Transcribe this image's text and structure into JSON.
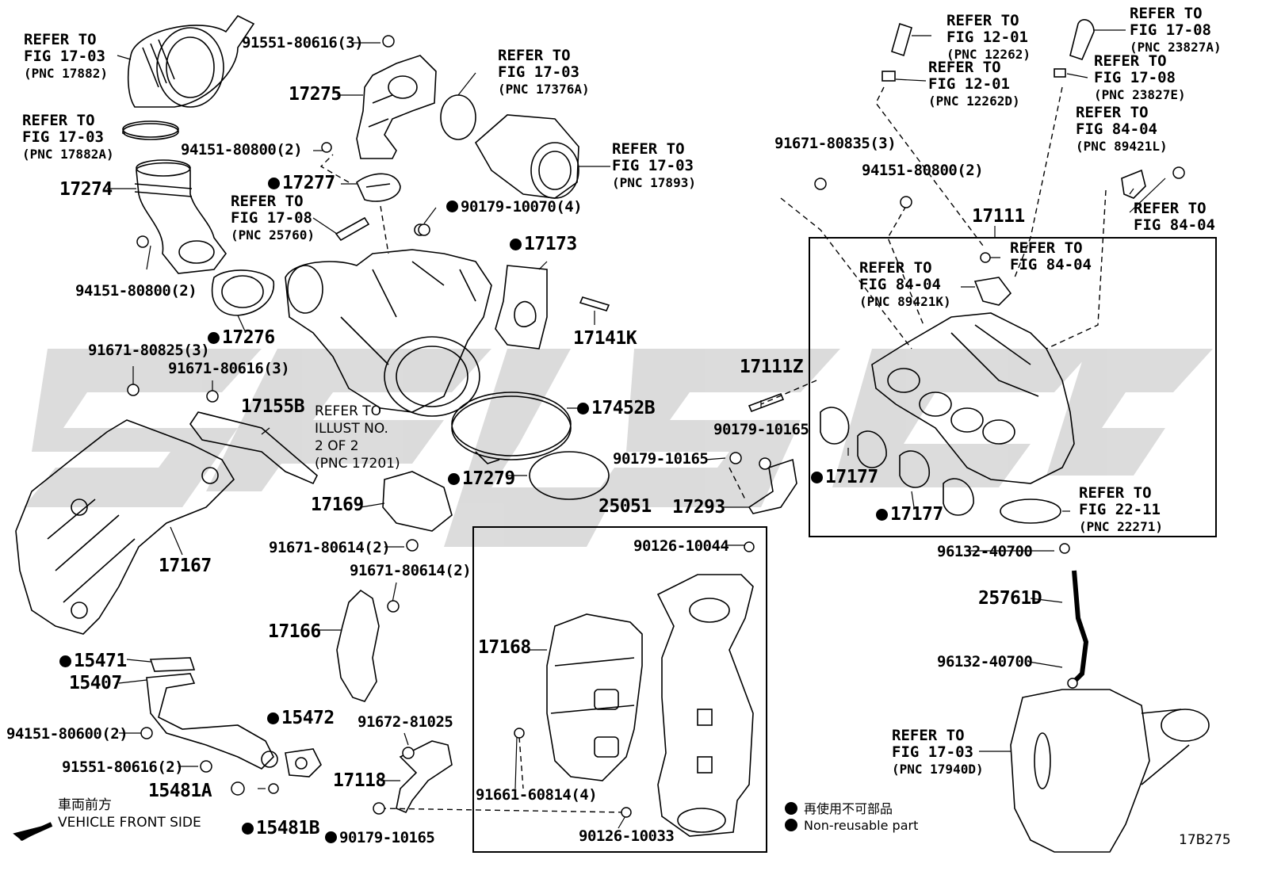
{
  "diagram_code": "17B275",
  "vehicle_front": {
    "jp": "車両前方",
    "en": "VEHICLE FRONT SIDE"
  },
  "legend": {
    "jp": "再使用不可部品",
    "en": "Non-reusable part"
  },
  "parts": [
    {
      "id": "p1",
      "text": "91551-80616(3)",
      "dot": false
    },
    {
      "id": "p2",
      "text": "17275",
      "dot": false
    },
    {
      "id": "p3",
      "text": "94151-80800(2)",
      "dot": false
    },
    {
      "id": "p4",
      "text": "17277",
      "dot": true
    },
    {
      "id": "p5",
      "text": "17274",
      "dot": false
    },
    {
      "id": "p6",
      "text": "90179-10070(4)",
      "dot": true
    },
    {
      "id": "p7",
      "text": "17173",
      "dot": true
    },
    {
      "id": "p8",
      "text": "94151-80800(2)",
      "dot": false
    },
    {
      "id": "p9",
      "text": "17276",
      "dot": true
    },
    {
      "id": "p10",
      "text": "17141K",
      "dot": false
    },
    {
      "id": "p11",
      "text": "91671-80825(3)",
      "dot": false
    },
    {
      "id": "p12",
      "text": "91671-80616(3)",
      "dot": false
    },
    {
      "id": "p13",
      "text": "17155B",
      "dot": false
    },
    {
      "id": "p14",
      "text": "17452B",
      "dot": true
    },
    {
      "id": "p15",
      "text": "17279",
      "dot": true
    },
    {
      "id": "p16",
      "text": "17169",
      "dot": false
    },
    {
      "id": "p17",
      "text": "17167",
      "dot": false
    },
    {
      "id": "p18",
      "text": "91671-80614(2)",
      "dot": false
    },
    {
      "id": "p19",
      "text": "91671-80614(2)",
      "dot": false
    },
    {
      "id": "p20",
      "text": "17166",
      "dot": false
    },
    {
      "id": "p21",
      "text": "15471",
      "dot": true
    },
    {
      "id": "p22",
      "text": "15407",
      "dot": false
    },
    {
      "id": "p23",
      "text": "94151-80600(2)",
      "dot": false
    },
    {
      "id": "p24",
      "text": "15472",
      "dot": true
    },
    {
      "id": "p25",
      "text": "91672-81025",
      "dot": false
    },
    {
      "id": "p26",
      "text": "91551-80616(2)",
      "dot": false
    },
    {
      "id": "p27",
      "text": "17118",
      "dot": false
    },
    {
      "id": "p28",
      "text": "15481A",
      "dot": false
    },
    {
      "id": "p29",
      "text": "15481B",
      "dot": true
    },
    {
      "id": "p30",
      "text": "90179-10165",
      "dot": true
    },
    {
      "id": "p31",
      "text": "25051",
      "dot": false
    },
    {
      "id": "p32",
      "text": "90126-10044",
      "dot": false
    },
    {
      "id": "p33",
      "text": "17168",
      "dot": false
    },
    {
      "id": "p34",
      "text": "91661-60814(4)",
      "dot": false
    },
    {
      "id": "p35",
      "text": "90126-10033",
      "dot": false
    },
    {
      "id": "p36",
      "text": "91671-80835(3)",
      "dot": false
    },
    {
      "id": "p37",
      "text": "94151-80800(2)",
      "dot": false
    },
    {
      "id": "p38",
      "text": "17111",
      "dot": false
    },
    {
      "id": "p39",
      "text": "17111Z",
      "dot": false
    },
    {
      "id": "p40",
      "text": "90179-10165",
      "dot": false
    },
    {
      "id": "p41",
      "text": "90179-10165",
      "dot": false
    },
    {
      "id": "p42",
      "text": "17293",
      "dot": false
    },
    {
      "id": "p43",
      "text": "17177",
      "dot": true
    },
    {
      "id": "p44",
      "text": "17177",
      "dot": true
    },
    {
      "id": "p45",
      "text": "96132-40700",
      "dot": false
    },
    {
      "id": "p46",
      "text": "25761D",
      "dot": false
    },
    {
      "id": "p47",
      "text": "96132-40700",
      "dot": false
    }
  ],
  "refs": [
    {
      "id": "r1",
      "l1": "REFER TO",
      "l2": "FIG 17-03",
      "l3": "(PNC 17882)"
    },
    {
      "id": "r2",
      "l1": "REFER TO",
      "l2": "FIG 17-03",
      "l3": "(PNC 17882A)"
    },
    {
      "id": "r3",
      "l1": "REFER TO",
      "l2": "FIG 17-03",
      "l3": "(PNC 17376A)"
    },
    {
      "id": "r4",
      "l1": "REFER TO",
      "l2": "FIG 17-03",
      "l3": "(PNC 17893)"
    },
    {
      "id": "r5",
      "l1": "REFER TO",
      "l2": "FIG 17-08",
      "l3": "(PNC 25760)"
    },
    {
      "id": "r6",
      "l1": "REFER TO",
      "l2": "FIG 12-01",
      "l3": "(PNC 12262)"
    },
    {
      "id": "r7",
      "l1": "REFER TO",
      "l2": "FIG 12-01",
      "l3": "(PNC 12262D)"
    },
    {
      "id": "r8",
      "l1": "REFER TO",
      "l2": "FIG 17-08",
      "l3": "(PNC 23827A)"
    },
    {
      "id": "r9",
      "l1": "REFER TO",
      "l2": "FIG 17-08",
      "l3": "(PNC 23827E)"
    },
    {
      "id": "r10",
      "l1": "REFER TO",
      "l2": "FIG 84-04",
      "l3": "(PNC 89421L)"
    },
    {
      "id": "r11",
      "l1": "REFER TO",
      "l2": "FIG 84-04",
      "l3": ""
    },
    {
      "id": "r12",
      "l1": "REFER TO",
      "l2": "FIG 84-04",
      "l3": ""
    },
    {
      "id": "r13",
      "l1": "REFER TO",
      "l2": "FIG 84-04",
      "l3": "(PNC 89421K)"
    },
    {
      "id": "r14",
      "l1": "REFER TO",
      "l2": "FIG 22-11",
      "l3": "(PNC 22271)"
    },
    {
      "id": "r15",
      "l1": "REFER TO",
      "l2": "FIG 17-03",
      "l3": "(PNC 17940D)"
    }
  ],
  "illust_ref": {
    "l1": "REFER TO",
    "l2": "ILLUST NO.",
    "l3": "2 OF 2",
    "l4": "(PNC 17201)"
  }
}
